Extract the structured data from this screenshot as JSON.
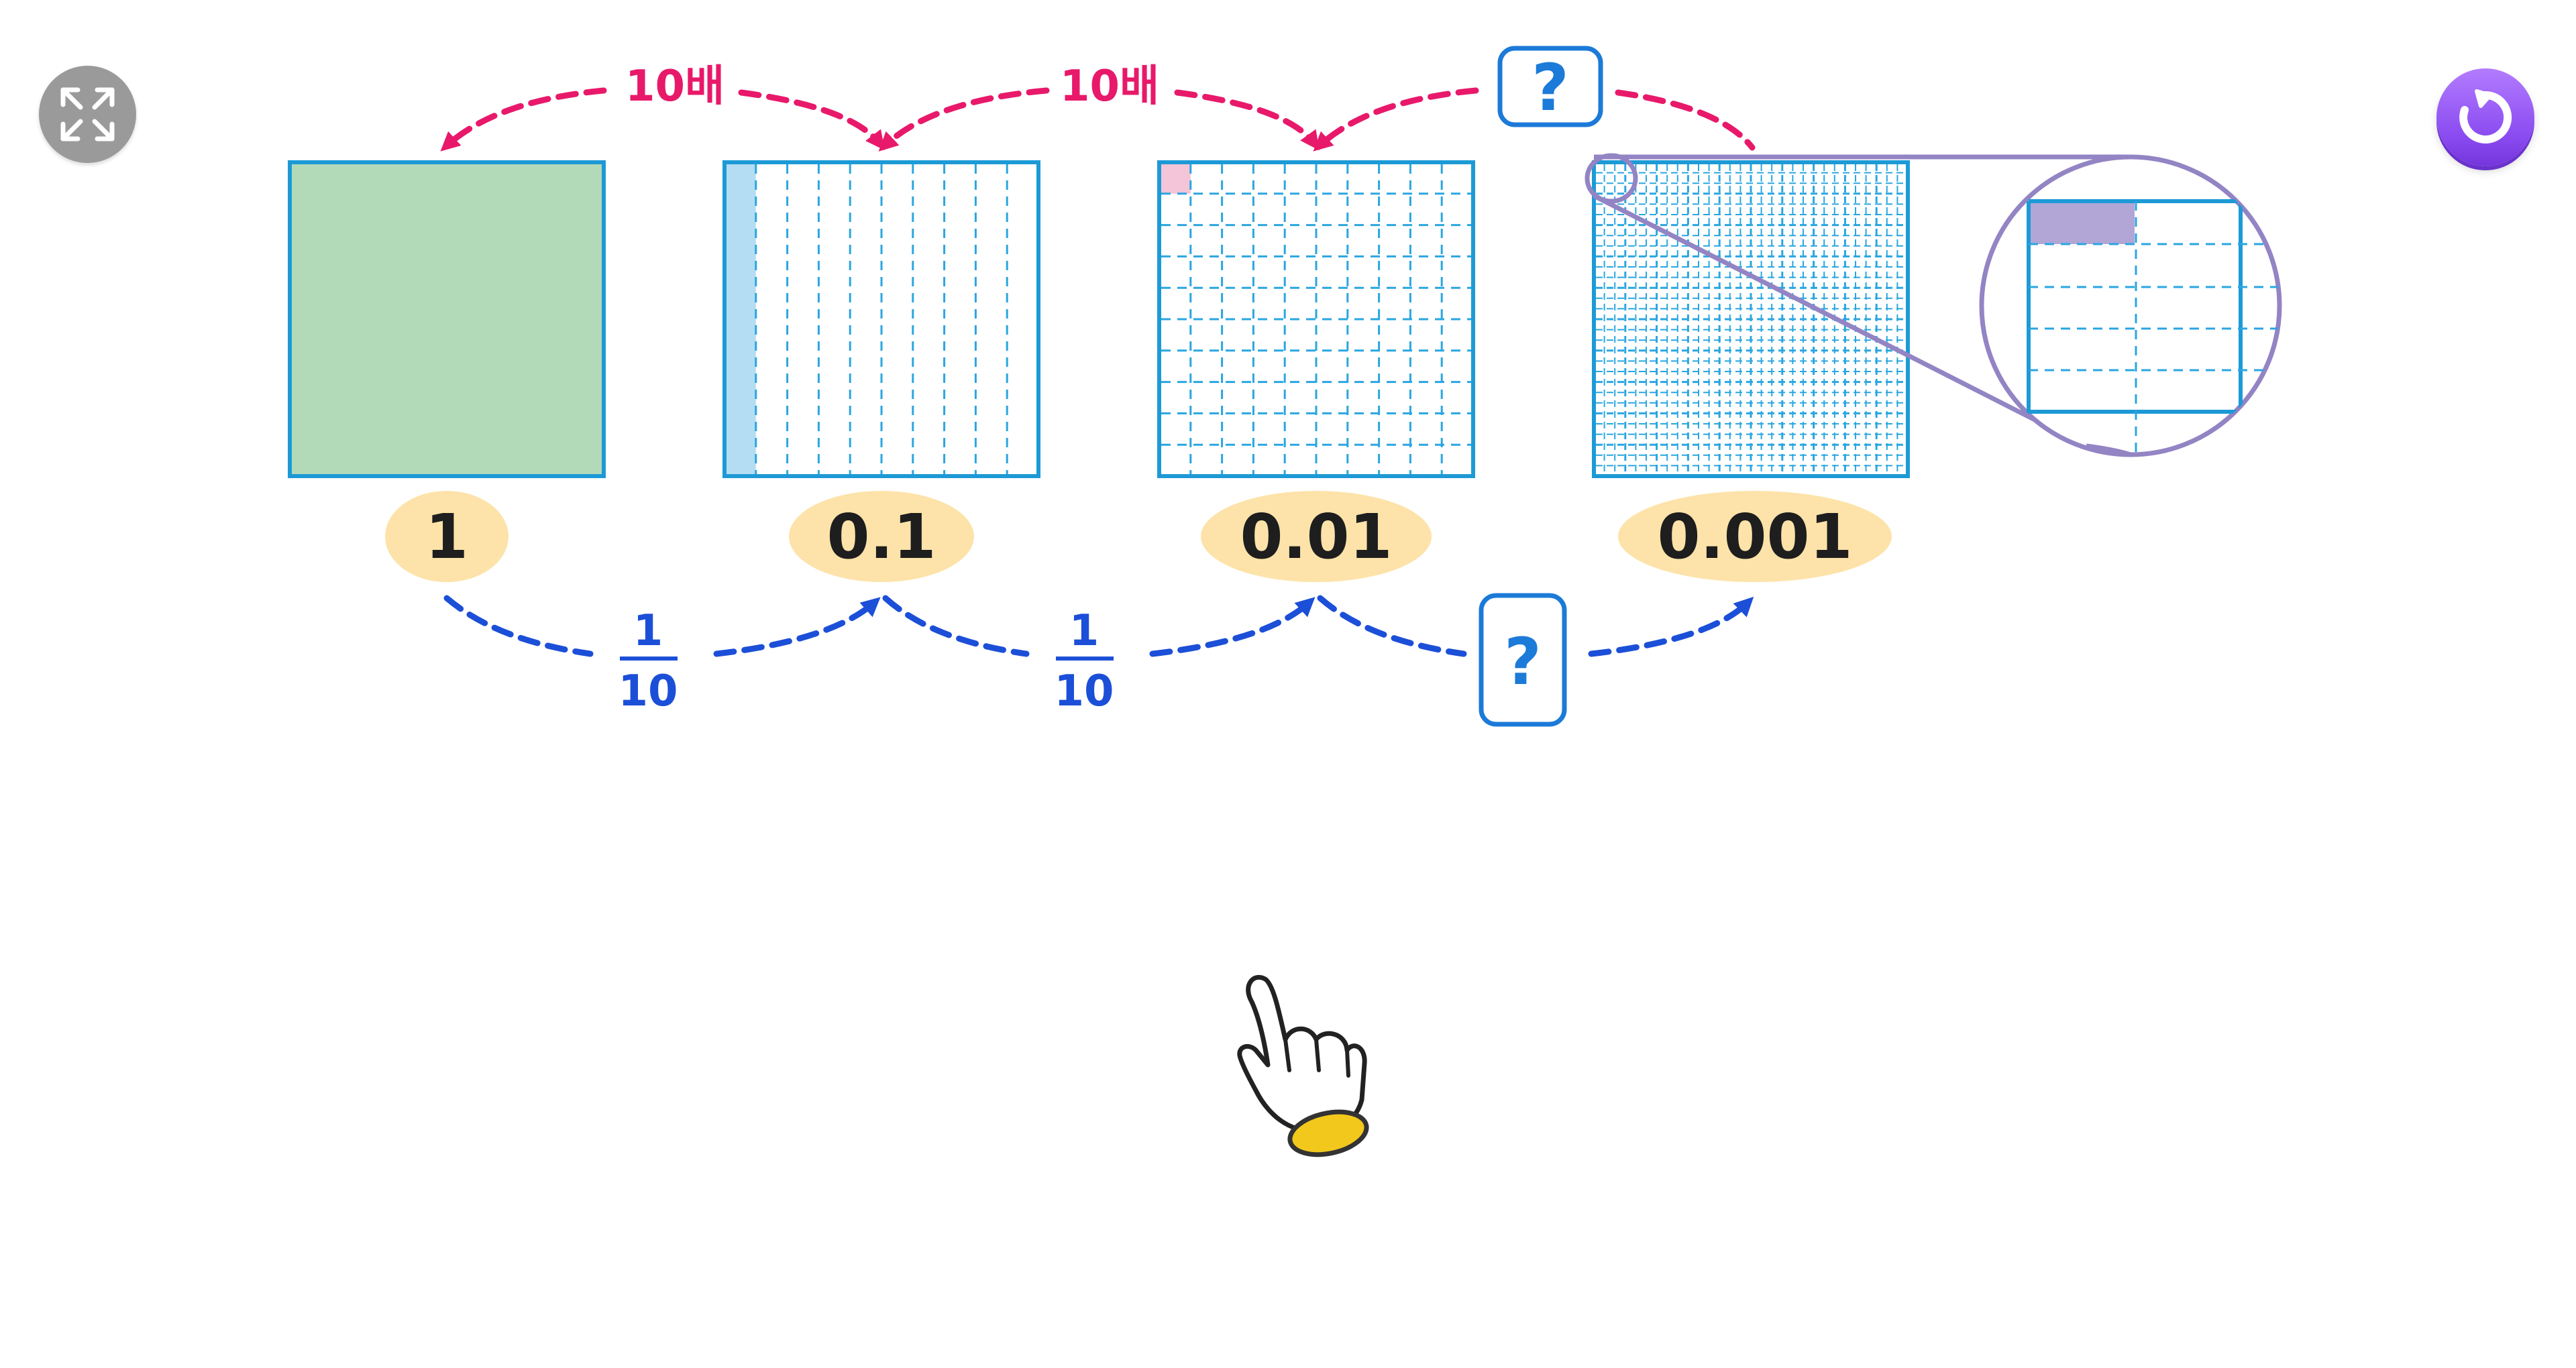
{
  "grids": [
    {
      "id": "whole",
      "fill": "#b2dab9"
    },
    {
      "id": "tenths",
      "fill": "#b4dcf2"
    },
    {
      "id": "hundredths",
      "fill": "#f4c4d8"
    },
    {
      "id": "thousandths"
    }
  ],
  "values": [
    "1",
    "0.1",
    "0.01",
    "0.001"
  ],
  "times_labels": [
    "10배",
    "10배"
  ],
  "times_unknown_label": "?",
  "fraction_labels": [
    {
      "numerator": "1",
      "denominator": "10"
    },
    {
      "numerator": "1",
      "denominator": "10"
    }
  ],
  "fraction_unknown_label": "?",
  "colors": {
    "grid_border": "#1d9ad6",
    "grid_dash": "#2aa6e0",
    "value_bubble": "#fde3a9",
    "times_arrow": "#e8196a",
    "fraction_arrow": "#1c4fd8",
    "question_box": "#1c7ad8",
    "magnifier": "#9384c4",
    "magnifier_highlight": "#b1a6d6",
    "fullscreen_button": "#9a9a9a",
    "reset_button": "#8a4bf0",
    "cursor_cuff": "#f2c81c"
  },
  "icons": {
    "fullscreen": "expand-arrows-icon",
    "reset": "refresh-icon",
    "cursor": "pointing-hand-icon"
  }
}
